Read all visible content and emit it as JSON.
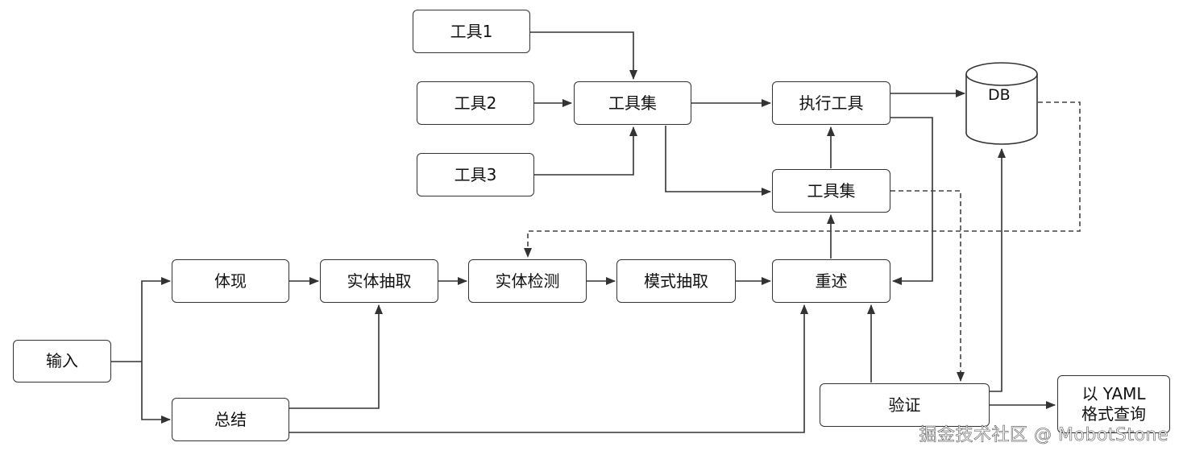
{
  "nodes": {
    "tool1": "工具1",
    "tool2": "工具2",
    "tool3": "工具3",
    "toolset_top": "工具集",
    "exec_tool": "执行工具",
    "db": "DB",
    "toolset_mid": "工具集",
    "input": "输入",
    "embody": "体现",
    "entity_extract": "实体抽取",
    "entity_detect": "实体检测",
    "pattern_extract": "模式抽取",
    "restate": "重述",
    "summary": "总结",
    "verify": "验证",
    "yaml_line1": "以 YAML",
    "yaml_line2": "格式查询"
  },
  "watermark": "掘金技术社区 @ MobotStone"
}
